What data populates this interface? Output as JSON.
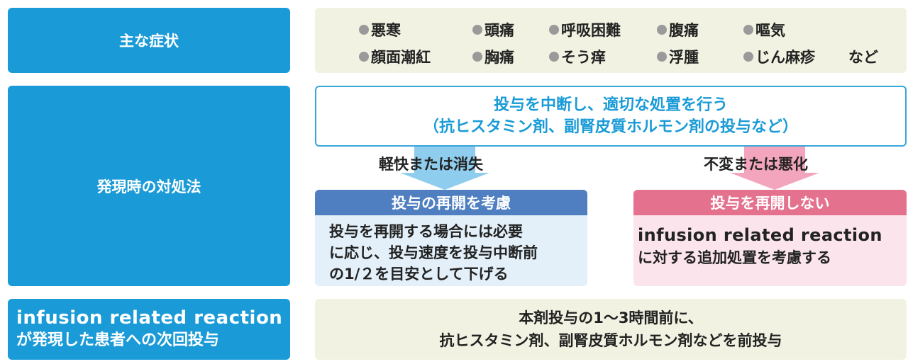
{
  "rows": {
    "symptoms": {
      "label": "主な症状",
      "items_row1": [
        "悪寒",
        "頭痛",
        "呼吸困難",
        "腹痛",
        "嘔気"
      ],
      "items_row2": [
        "顔面潮紅",
        "胸痛",
        "そう痒",
        "浮腫",
        "じん麻疹"
      ],
      "etc": "など"
    },
    "measures": {
      "label": "発現時の対処法",
      "action_line1": "投与を中断し、適切な処置を行う",
      "action_line2": "（抗ヒスタミン剤、副腎皮質ホルモン剤の投与など）",
      "improved_label": "軽快または消失",
      "worsened_label": "不変または悪化",
      "resume": {
        "title": "投与の再開を考慮",
        "line1": "投与を再開する場合には必要",
        "line2": "に応じ、投与速度を投与中断前",
        "line3": "の1/２を目安として下げる"
      },
      "no_resume": {
        "title": "投与を再開しない",
        "line1": "infusion related reaction",
        "line2": "に対する追加処置を考慮する"
      }
    },
    "next_dose": {
      "label_line1": "infusion related reaction",
      "label_line2": "が発現した患者への次回投与",
      "line1": "本剤投与の1～3時間前に、",
      "line2": "抗ヒスタミン剤、副腎皮質ホルモン剤などを前投与"
    }
  },
  "colors": {
    "label_blue": "#1a9bd7",
    "beige": "#f1f2e1",
    "resume_header": "#4f7fc0",
    "resume_body": "#e3f0f9",
    "no_resume_header": "#e4718e",
    "no_resume_body": "#fbe4ec",
    "arrow_blue": "#8fcdee",
    "arrow_pink": "#f3a5bd"
  }
}
